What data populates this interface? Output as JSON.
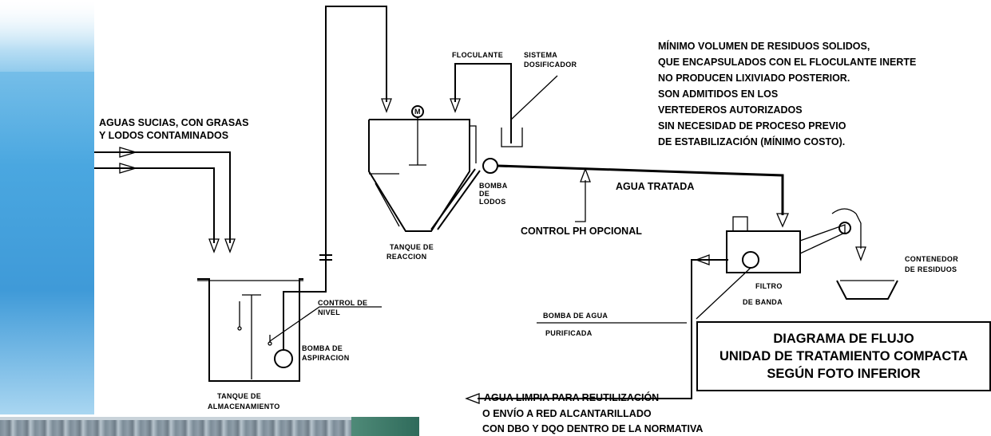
{
  "labels": {
    "inflow": [
      "AGUAS SUCIAS, CON GRASAS",
      "Y LODOS CONTAMINADOS"
    ],
    "storage_tank": [
      "TANQUE DE",
      "ALMACENAMIENTO"
    ],
    "level_control": [
      "CONTROL DE",
      "NIVEL"
    ],
    "suction_pump": [
      "BOMBA DE",
      "ASPIRACION"
    ],
    "motor": "M",
    "reaction_tank": [
      "TANQUE DE",
      "REACCION"
    ],
    "flocculant": "FLOCULANTE",
    "dosing_system": [
      "SISTEMA",
      "DOSIFICADOR"
    ],
    "sludge_pump": [
      "BOMBA",
      "DE",
      "LODOS"
    ],
    "treated_water": "AGUA TRATADA",
    "ph_control": "CONTROL PH OPCIONAL",
    "belt_filter": [
      "FILTRO",
      "DE BANDA"
    ],
    "waste_container": [
      "CONTENEDOR",
      "DE RESIDUOS"
    ],
    "water_pump": [
      "BOMBA DE AGUA",
      "PURIFICADA"
    ],
    "clean_water": [
      "AGUA LIMPIA PARA REUTILIZACIÓN",
      "O ENVÍO A RED ALCANTARILLADO",
      "CON DBO Y DQO DENTRO DE LA NORMATIVA"
    ]
  },
  "note": [
    "MÍNIMO VOLUMEN DE RESIDUOS SOLIDOS,",
    "QUE ENCAPSULADOS CON EL FLOCULANTE INERTE",
    "NO PRODUCEN LIXIVIADO POSTERIOR.",
    "SON ADMITIDOS EN LOS",
    "VERTEDEROS AUTORIZADOS",
    "SIN NECESIDAD DE PROCESO PREVIO",
    "DE ESTABILIZACIÓN (MÍNIMO COSTO)."
  ],
  "title": [
    "DIAGRAMA DE FLUJO",
    "UNIDAD DE TRATAMIENTO COMPACTA",
    "SEGÚN FOTO INFERIOR"
  ],
  "colors": {
    "line": "#000000",
    "sky_blue": "#4aa7e0",
    "background": "#ffffff"
  }
}
